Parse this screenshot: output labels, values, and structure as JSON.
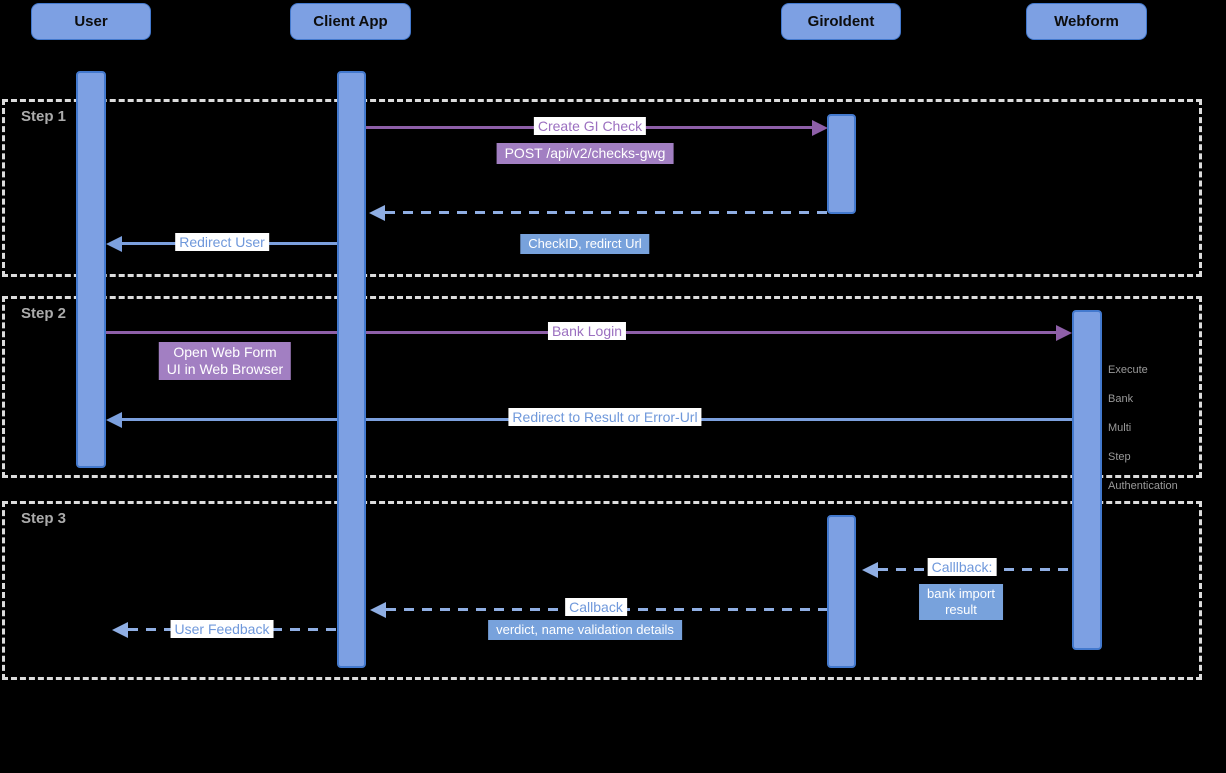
{
  "diagram": {
    "title_hint": "GiroIdent sequence diagram",
    "actors": [
      {
        "label": "User"
      },
      {
        "label": "Client App"
      },
      {
        "label": "GiroIdent"
      },
      {
        "label": "Webform"
      }
    ],
    "steps": [
      {
        "label": "Step 1"
      },
      {
        "label": "Step 2"
      },
      {
        "label": "Step 3"
      }
    ],
    "messages": {
      "create_gi_check": "Create GI Check",
      "post_api": "POST /api/v2/checks-gwg",
      "checkid_redirect": "CheckID, redirct Url",
      "redirect_user": "Redirect User",
      "bank_login": "Bank Login",
      "open_web_form_line1": "Open Web Form",
      "open_web_form_line2": "UI in Web Browser",
      "redirect_result": "Redirect to Result or Error-Url",
      "calllback": "Calllback:",
      "bank_import_line1": "bank import",
      "bank_import_line2": "result",
      "callback": "Callback",
      "verdict": "verdict, name validation details",
      "user_feedback": "User Feedback"
    },
    "webform_note": [
      "Execute",
      "Bank",
      "Multi",
      "Step",
      "Authentication"
    ]
  },
  "colors": {
    "bg": "#000000",
    "actor_fill": "#7DA0E3",
    "bar_border": "#4379CE",
    "arrow_blue": "#7CA0DE",
    "dashed_blue": "#8FAEE3",
    "label_blue_bg": "#78A2DC",
    "text_blue": "#6F98DB",
    "purple_line": "#8E5FA8",
    "purple_text": "#9B6FC0",
    "purple_bg": "#A27FC2",
    "step_border": "#DCDCDC",
    "step_text": "#ABABAB",
    "note_gray": "#9A9A9A"
  }
}
